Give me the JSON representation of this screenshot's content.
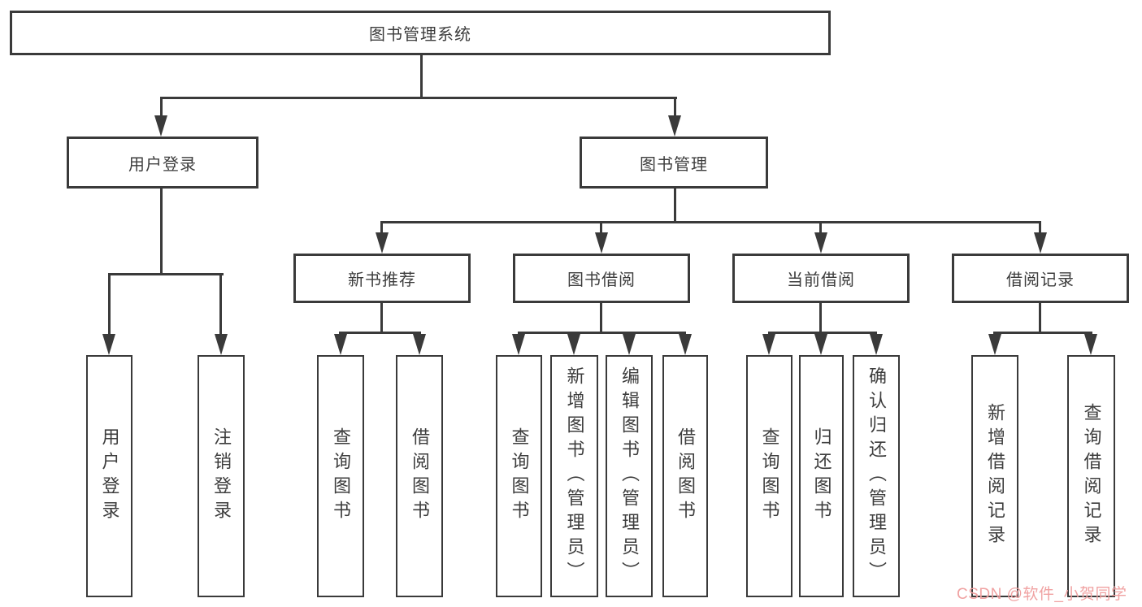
{
  "tree": {
    "root": "图书管理系统",
    "children": [
      {
        "label": "用户登录",
        "children": [
          "用户登录",
          "注销登录"
        ]
      },
      {
        "label": "图书管理",
        "children": [
          {
            "label": "新书推荐",
            "children": [
              "查询图书",
              "借阅图书"
            ]
          },
          {
            "label": "图书借阅",
            "children": [
              "查询图书",
              "新增图书（管理员）",
              "编辑图书（管理员）",
              "借阅图书"
            ]
          },
          {
            "label": "当前借阅",
            "children": [
              "查询图书",
              "归还图书",
              "确认归还（管理员）"
            ]
          },
          {
            "label": "借阅记录",
            "children": [
              "新增借阅记录",
              "查询借阅记录"
            ]
          }
        ]
      }
    ]
  },
  "watermark": "CSDN @软件_小贺同学",
  "colors": {
    "line": "#3a3a3a",
    "text": "#3d3d3d",
    "watermark": "#f0a2a2",
    "background": "#ffffff"
  }
}
